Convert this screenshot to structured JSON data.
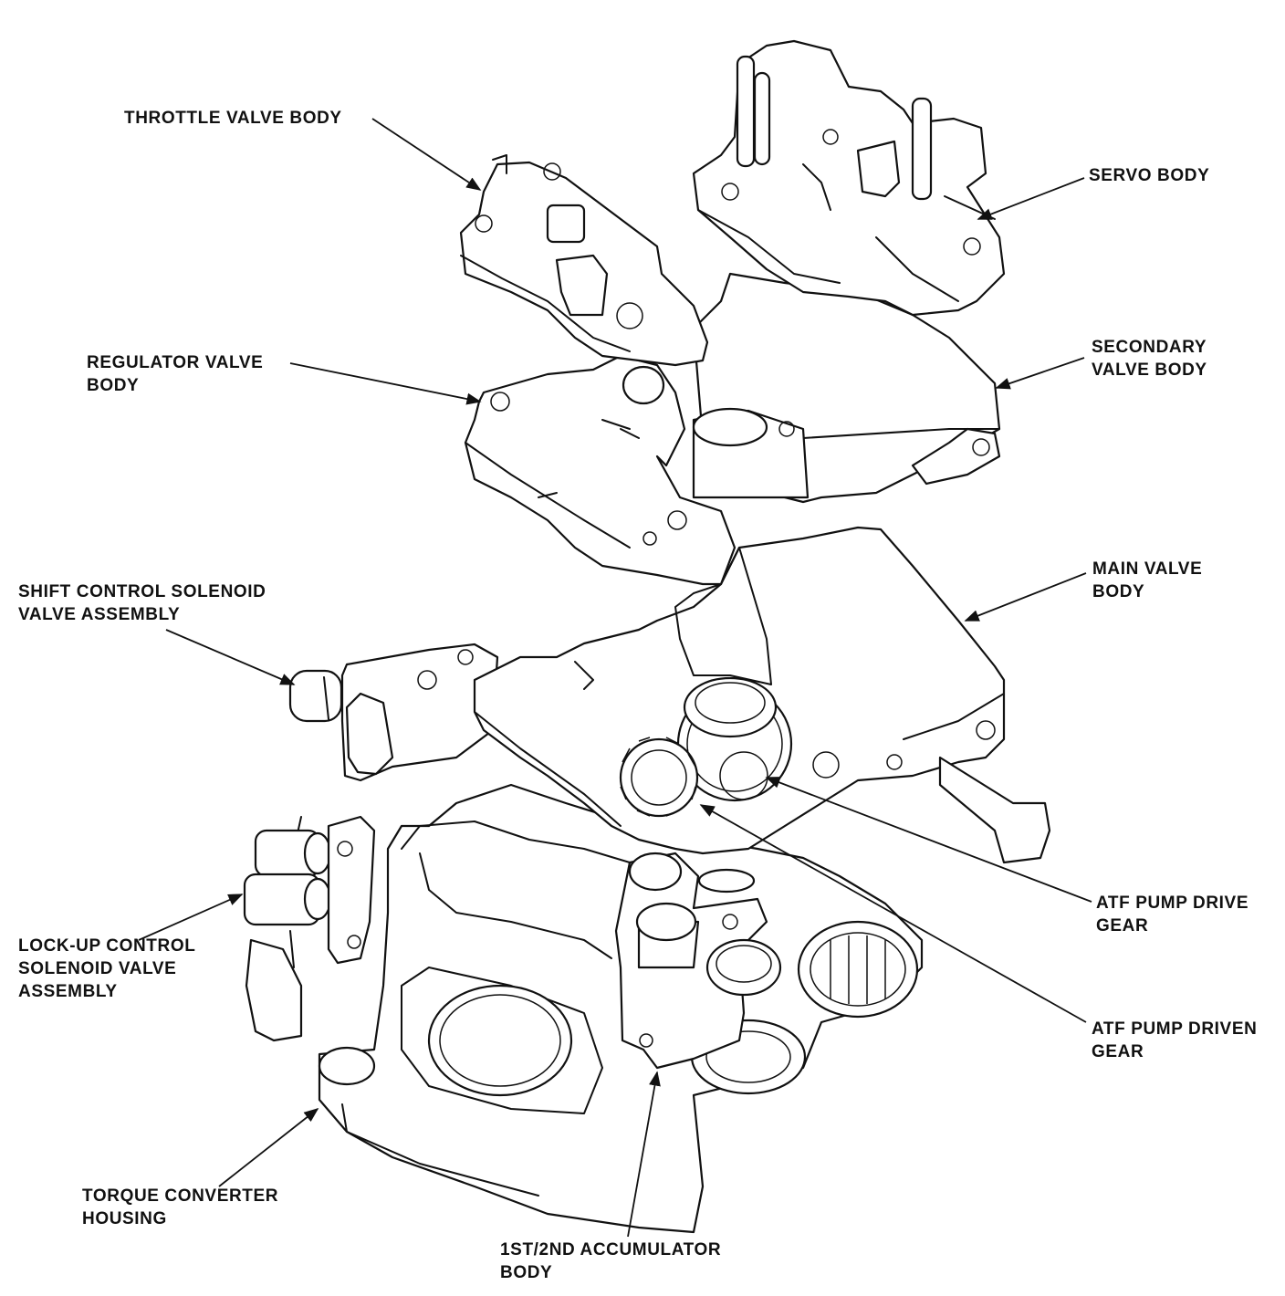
{
  "labels": {
    "throttle_valve_body": [
      "THROTTLE VALVE BODY"
    ],
    "servo_body": [
      "SERVO BODY"
    ],
    "regulator_valve_body": [
      "REGULATOR VALVE",
      "BODY"
    ],
    "secondary_valve_body": [
      "SECONDARY",
      "VALVE BODY"
    ],
    "shift_control_solenoid": [
      "SHIFT CONTROL SOLENOID",
      "VALVE ASSEMBLY"
    ],
    "main_valve_body": [
      "MAIN VALVE",
      "BODY"
    ],
    "atf_pump_drive_gear": [
      "ATF PUMP DRIVE",
      "GEAR"
    ],
    "lockup_control_solenoid": [
      "LOCK-UP CONTROL",
      "SOLENOID VALVE",
      "ASSEMBLY"
    ],
    "atf_pump_driven_gear": [
      "ATF PUMP DRIVEN",
      "GEAR"
    ],
    "torque_converter_housing": [
      "TORQUE CONVERTER",
      "HOUSING"
    ],
    "accumulator_body": [
      "1ST/2ND ACCUMULATOR",
      "BODY"
    ]
  },
  "colors": {
    "ink": "#111111",
    "paper": "#ffffff"
  }
}
